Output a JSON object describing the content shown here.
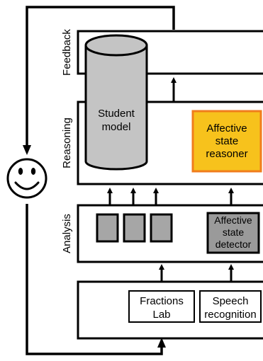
{
  "layers": {
    "feedback": "Feedback",
    "reasoning": "Reasoning",
    "analysis": "Analysis"
  },
  "student_model": {
    "line1": "Student",
    "line2": "model"
  },
  "affective_reasoner": {
    "line1": "Affective",
    "line2": "state",
    "line3": "reasoner"
  },
  "affective_detector": {
    "line1": "Affective",
    "line2": "state",
    "line3": "detector"
  },
  "fractions_lab": {
    "line1": "Fractions",
    "line2": "Lab"
  },
  "speech_recognition": {
    "line1": "Speech",
    "line2": "recognition"
  },
  "colors": {
    "reasoner_fill": "#f7c21c",
    "reasoner_border": "#f07d1c",
    "detector_fill": "#9a9a9a",
    "analysis_block_fill": "#a6a6a6",
    "cylinder_fill": "#c4c4c4"
  },
  "icons": {
    "learner": "smiley-face-icon"
  }
}
